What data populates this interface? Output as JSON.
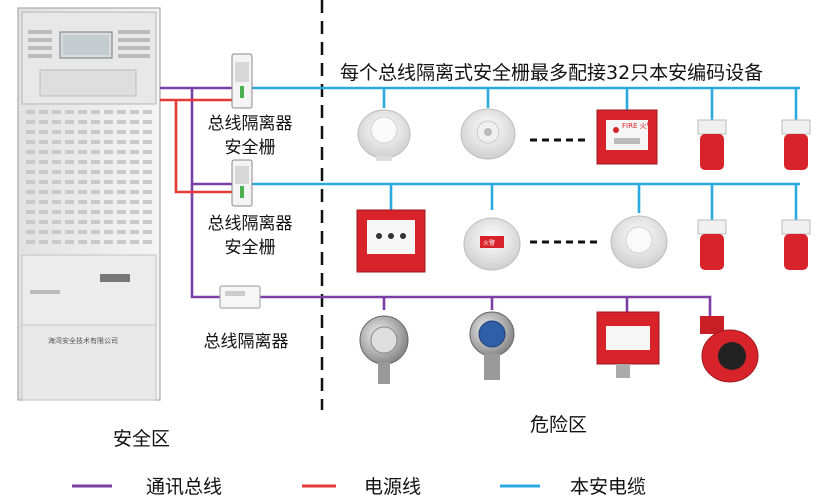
{
  "title": "每个总线隔离式安全栅最多配接32只本安编码设备",
  "cabinet": {
    "company": "海湾安全技术有限公司"
  },
  "isolators": [
    {
      "line1": "总线隔离器",
      "line2": "安全栅"
    },
    {
      "line1": "总线隔离器",
      "line2": "安全栅"
    },
    {
      "line1": "总线隔离器",
      "line2": ""
    }
  ],
  "zones": {
    "safe": "安全区",
    "hazard": "危险区"
  },
  "device_labels": {
    "fire_text": "FIRE 火警",
    "fire_text_cn": "火警"
  },
  "legend": [
    {
      "label": "通讯总线",
      "color": "#7b3fa6"
    },
    {
      "label": "电源线",
      "color": "#e53935"
    },
    {
      "label": "本安电缆",
      "color": "#29a9e0"
    }
  ],
  "colors": {
    "comm": "#7b3fa6",
    "power": "#e53935",
    "cable": "#29a9e0",
    "device_red": "#d8232a",
    "detector_white": "#f3f3f3"
  }
}
